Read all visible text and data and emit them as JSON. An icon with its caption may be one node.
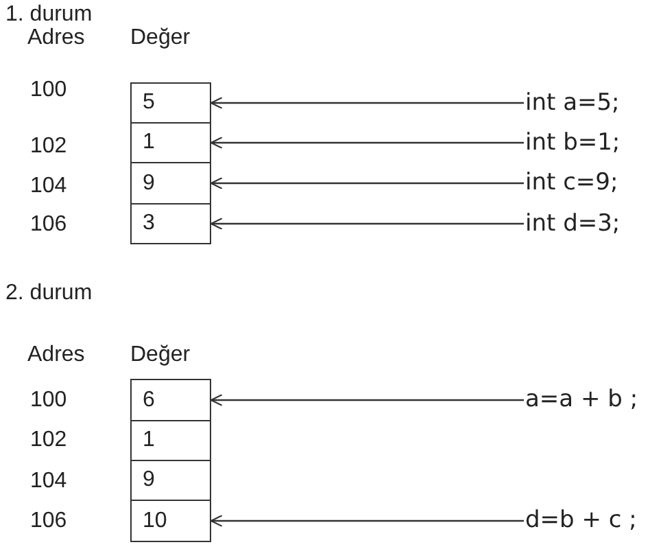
{
  "diagram": {
    "nodes": [
      {
        "text": [
          "5"
        ]
      },
      {
        "text": [
          "int a=5;"
        ]
      },
      {
        "text": [
          "1"
        ]
      },
      {
        "text": [
          "int b=1;"
        ]
      },
      {
        "text": [
          "9"
        ]
      },
      {
        "text": [
          "int c=9;"
        ]
      },
      {
        "text": [
          "3"
        ]
      },
      {
        "text": [
          "int d=3;"
        ]
      },
      {
        "text": [
          "6"
        ]
      },
      {
        "text": [
          "a=a + b ;"
        ]
      },
      {
        "text": [
          "1"
        ]
      },
      {
        "text": [
          "9"
        ]
      },
      {
        "text": [
          "10"
        ]
      },
      {
        "text": [
          "d=b + c ;"
        ]
      }
    ],
    "edges": [
      {
        "from": 1,
        "to": 0,
        "arrow": "to"
      },
      {
        "from": 3,
        "to": 2,
        "arrow": "to"
      },
      {
        "from": 5,
        "to": 4,
        "arrow": "to"
      },
      {
        "from": 7,
        "to": 6,
        "arrow": "to"
      },
      {
        "from": 9,
        "to": 8,
        "arrow": "to"
      },
      {
        "from": 13,
        "to": 12,
        "arrow": "to"
      }
    ],
    "labels": [
      "1. durum",
      "Adres",
      "Değer",
      "100",
      "102",
      "104",
      "106",
      "2. durum",
      "Adres",
      "Değer",
      "100",
      "102",
      "104",
      "106"
    ]
  }
}
